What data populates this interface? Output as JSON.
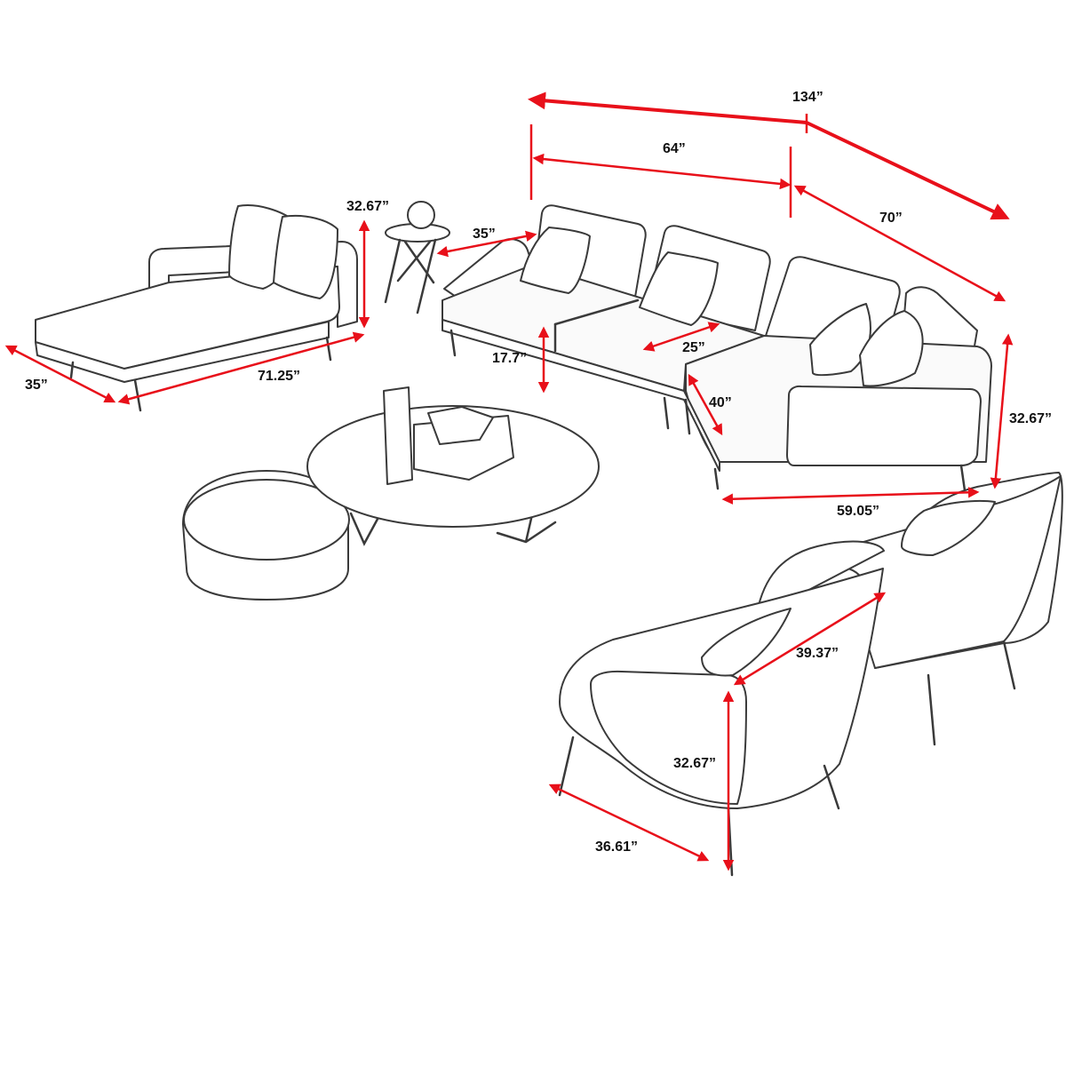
{
  "colors": {
    "dimension": "#e8101a",
    "outline": "#3a3a3a",
    "label": "#111111"
  },
  "dimensions": {
    "overall_width": "134”",
    "sofa_width": "64”",
    "corner_width": "70”",
    "chaise_height": "32.67”",
    "chaise_depth": "35”",
    "chaise_length": "71.25”",
    "sofa_depth": "35”",
    "seat_height": "17.7”",
    "seat_depth": "25”",
    "corner_seat_depth": "40”",
    "corner_height": "32.67”",
    "corner_length": "59.05”",
    "chair_width": "39.37”",
    "chair_height": "32.67”",
    "chair_depth": "36.61”"
  }
}
